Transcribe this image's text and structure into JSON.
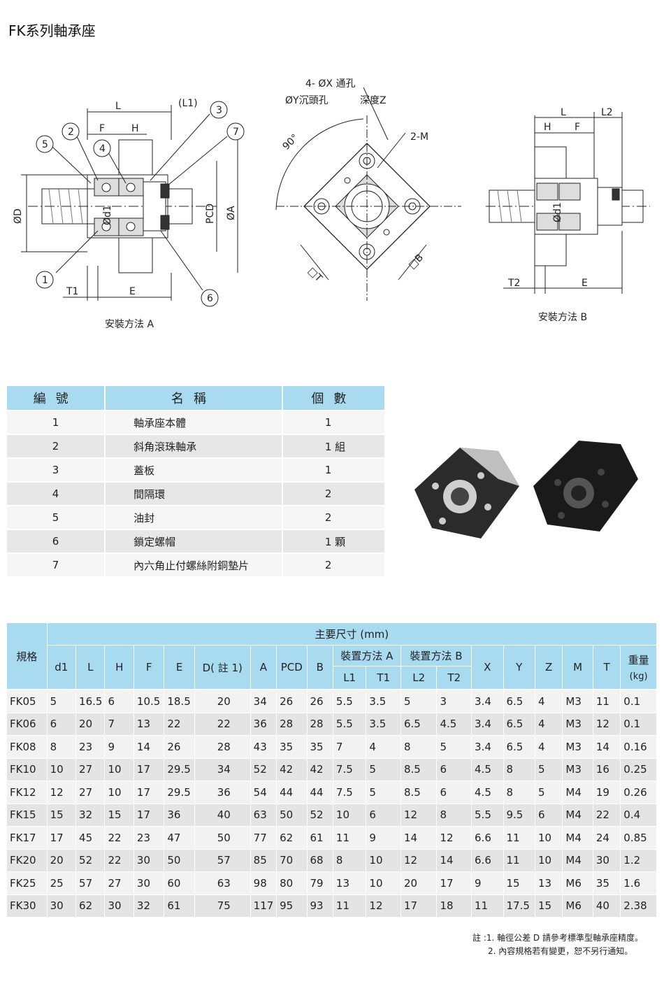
{
  "title": "FK系列軸承座",
  "drawings": {
    "view_a_caption": "安裝方法  A",
    "view_b_caption": "安裝方法  B",
    "labels_a": {
      "L": "L",
      "L1": "(L1)",
      "F": "F",
      "H": "H",
      "D": "ØD",
      "d1": "Ød1",
      "PCD": "PCD",
      "A": "ØA",
      "T1": "T1",
      "E": "E",
      "n1": "1",
      "n2": "2",
      "n3": "3",
      "n4": "4",
      "n5": "5",
      "n6": "6",
      "n7": "7"
    },
    "labels_front": {
      "holes": "4- ØX 通孔",
      "counterbore": "ØY沉頭孔",
      "depth": "深度Z",
      "angle": "90°",
      "tap": "2-M",
      "T": "□T",
      "B": "□B"
    },
    "labels_b": {
      "L": "L",
      "L2": "L2",
      "H": "H",
      "F": "F",
      "d1": "Ød1",
      "T2": "T2",
      "E": "E"
    }
  },
  "parts_table": {
    "headers": [
      "編號",
      "名稱",
      "個數"
    ],
    "rows": [
      [
        "1",
        "軸承座本體",
        "1"
      ],
      [
        "2",
        "斜角滾珠軸承",
        "1 組"
      ],
      [
        "3",
        "蓋板",
        "1"
      ],
      [
        "4",
        "間隔環",
        "2"
      ],
      [
        "5",
        "油封",
        "2"
      ],
      [
        "6",
        "鎖定螺帽",
        "1 顆"
      ],
      [
        "7",
        "內六角止付螺絲附銅墊片",
        "2"
      ]
    ]
  },
  "spec_table": {
    "model_header": "規格",
    "main_header": "主要尺寸 (mm)",
    "method_a": "裝置方法 A",
    "method_b": "裝置方法 B",
    "weight_header": "重量",
    "weight_unit": "(kg)",
    "cols_before": [
      "d1",
      "L",
      "H",
      "F",
      "E",
      "D( 註 1)",
      "A",
      "PCD",
      "B"
    ],
    "sub_a": [
      "L1",
      "T1"
    ],
    "sub_b": [
      "L2",
      "T2"
    ],
    "cols_after": [
      "X",
      "Y",
      "Z",
      "M",
      "T"
    ],
    "rows": [
      [
        "FK05",
        "5",
        "16.5",
        "6",
        "10.5",
        "18.5",
        "20",
        "34",
        "26",
        "26",
        "5.5",
        "3.5",
        "5",
        "3",
        "3.4",
        "6.5",
        "4",
        "M3",
        "11",
        "0.1"
      ],
      [
        "FK06",
        "6",
        "20",
        "7",
        "13",
        "22",
        "22",
        "36",
        "28",
        "28",
        "5.5",
        "3.5",
        "6.5",
        "4.5",
        "3.4",
        "6.5",
        "4",
        "M3",
        "12",
        "0.1"
      ],
      [
        "FK08",
        "8",
        "23",
        "9",
        "14",
        "26",
        "28",
        "43",
        "35",
        "35",
        "7",
        "4",
        "8",
        "5",
        "3.4",
        "6.5",
        "4",
        "M3",
        "14",
        "0.16"
      ],
      [
        "FK10",
        "10",
        "27",
        "10",
        "17",
        "29.5",
        "34",
        "52",
        "42",
        "42",
        "7.5",
        "5",
        "8.5",
        "6",
        "4.5",
        "8",
        "5",
        "M3",
        "16",
        "0.25"
      ],
      [
        "FK12",
        "12",
        "27",
        "10",
        "17",
        "29.5",
        "36",
        "54",
        "44",
        "44",
        "7.5",
        "5",
        "8.5",
        "6",
        "4.5",
        "8",
        "5",
        "M4",
        "19",
        "0.26"
      ],
      [
        "FK15",
        "15",
        "32",
        "15",
        "17",
        "36",
        "40",
        "63",
        "50",
        "52",
        "10",
        "6",
        "12",
        "8",
        "5.5",
        "9.5",
        "6",
        "M4",
        "22",
        "0.4"
      ],
      [
        "FK17",
        "17",
        "45",
        "22",
        "23",
        "47",
        "50",
        "77",
        "62",
        "61",
        "11",
        "9",
        "14",
        "12",
        "6.6",
        "11",
        "10",
        "M4",
        "24",
        "0.85"
      ],
      [
        "FK20",
        "20",
        "52",
        "22",
        "30",
        "50",
        "57",
        "85",
        "70",
        "68",
        "8",
        "10",
        "12",
        "14",
        "6.6",
        "11",
        "10",
        "M4",
        "30",
        "1.2"
      ],
      [
        "FK25",
        "25",
        "57",
        "27",
        "30",
        "60",
        "63",
        "98",
        "80",
        "79",
        "13",
        "10",
        "20",
        "17",
        "9",
        "15",
        "13",
        "M6",
        "35",
        "1.6"
      ],
      [
        "FK30",
        "30",
        "62",
        "30",
        "32",
        "61",
        "75",
        "117",
        "95",
        "93",
        "11",
        "12",
        "17",
        "18",
        "11",
        "17.5",
        "15",
        "M6",
        "40",
        "2.38"
      ]
    ]
  },
  "notes": [
    "註 :1. 軸徑公差 D 請參考標準型軸承座精度。",
    "2. 內容規格若有變更，恕不另行通知。"
  ],
  "colors": {
    "header_blue": "#a9dbf0",
    "row_light": "#f2f2f2",
    "row_dark": "#e4e4e4"
  }
}
